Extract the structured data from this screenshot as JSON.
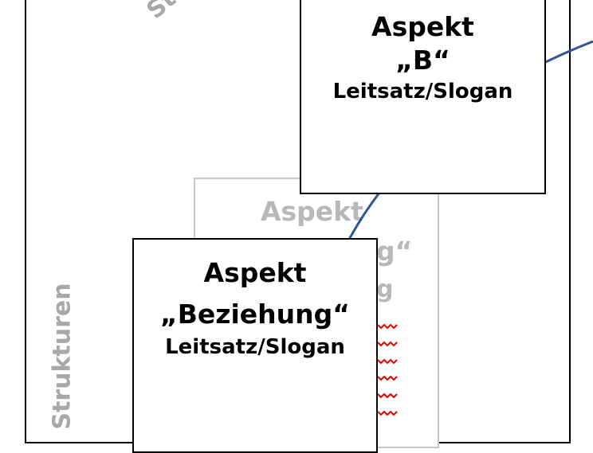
{
  "diagram": {
    "side_label": "Strukturen",
    "top_label_fragment": "Str",
    "box_b": {
      "title": "Aspekt",
      "name": "„B“",
      "subtitle": "Leitsatz/Slogan"
    },
    "box_ghost": {
      "title": "Aspekt",
      "fragment1": "g“",
      "fragment2": "g"
    },
    "box_beziehung": {
      "title": "Aspekt",
      "name": "„Beziehung“",
      "subtitle": "Leitsatz/Slogan"
    },
    "colors": {
      "curve": "#2f5597",
      "ghost_text": "#b8b8b8",
      "spellcheck": "#e00000"
    }
  }
}
